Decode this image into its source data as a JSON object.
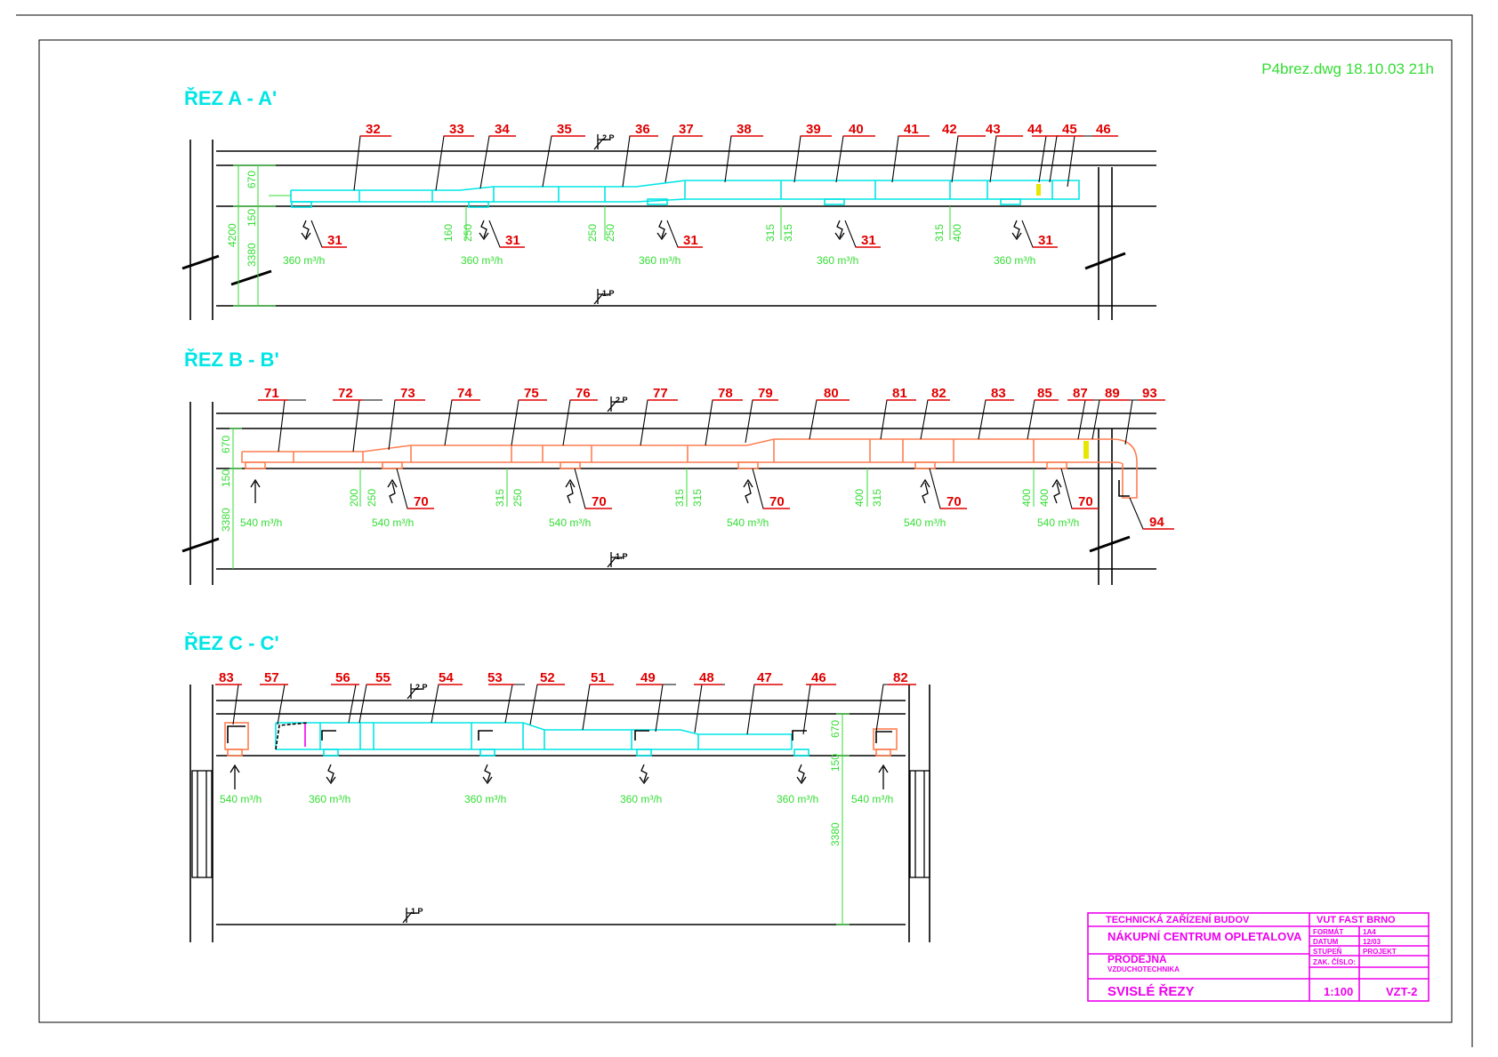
{
  "file_stamp": "P4brez.dwg   18.10.03  21h",
  "sections": [
    {
      "title": "ŘEZ  A  -  A'",
      "top_labels": [
        "32",
        "33",
        "34",
        "35",
        "36",
        "37",
        "38",
        "39",
        "40",
        "41",
        "42",
        "43",
        "44",
        "45",
        "46"
      ],
      "outlet_label": "31",
      "flows": [
        "360 m³/h",
        "360 m³/h",
        "360 m³/h",
        "360 m³/h",
        "360 m³/h"
      ],
      "dims_left": [
        "670",
        "150",
        "3380",
        "4200"
      ],
      "dims_duct": [
        "160",
        "250",
        "250",
        "250",
        "315",
        "315",
        "315",
        "400"
      ],
      "level_top": "2.P",
      "level_bottom": "1.P"
    },
    {
      "title": "ŘEZ  B  -  B'",
      "top_labels": [
        "71",
        "72",
        "73",
        "74",
        "75",
        "76",
        "77",
        "78",
        "79",
        "80",
        "81",
        "82",
        "83",
        "85",
        "87",
        "89",
        "93"
      ],
      "outlet_label": "70",
      "extra_label": "94",
      "flows": [
        "540 m³/h",
        "540 m³/h",
        "540 m³/h",
        "540 m³/h",
        "540 m³/h",
        "540 m³/h"
      ],
      "dims_left": [
        "670",
        "150",
        "3380"
      ],
      "dims_duct": [
        "200",
        "250",
        "315",
        "250",
        "315",
        "315",
        "400",
        "315",
        "400",
        "400"
      ],
      "level_top": "2.P",
      "level_bottom": "1.P"
    },
    {
      "title": "ŘEZ  C  -  C'",
      "top_labels": [
        "83",
        "57",
        "56",
        "55",
        "54",
        "53",
        "52",
        "51",
        "49",
        "48",
        "47",
        "46",
        "82"
      ],
      "flows": [
        "540 m³/h",
        "360 m³/h",
        "360 m³/h",
        "360 m³/h",
        "360 m³/h",
        "540 m³/h"
      ],
      "dims_left": [
        "670",
        "150",
        "3380"
      ],
      "level_top": "2.P",
      "level_bottom": "1.P"
    }
  ],
  "title_block": {
    "header": "TECHNICKÁ ZAŘÍZENÍ BUDOV",
    "school": "VUT FAST BRNO",
    "project": "NÁKUPNÍ CENTRUM OPLETALOVA",
    "part": "PRODEJNA",
    "part_sub": "VZDUCHOTECHNIKA",
    "drawing": "SVISLÉ ŘEZY",
    "format_label": "FORMÁT",
    "format_value": "1A4",
    "date_label": "DATUM",
    "date_value": "12/03",
    "stage_label": "STUPEŇ",
    "stage_value": "PROJEKT",
    "order_label": "ZAK. ČÍSLO:",
    "scale": "1:100",
    "number": "VZT-2"
  },
  "colors": {
    "cyan": "#00e5e5",
    "red": "#e00000",
    "green": "#33dd33",
    "salmon": "#ff7f50",
    "magenta": "#ee00ee",
    "yellow": "#e6e600"
  }
}
